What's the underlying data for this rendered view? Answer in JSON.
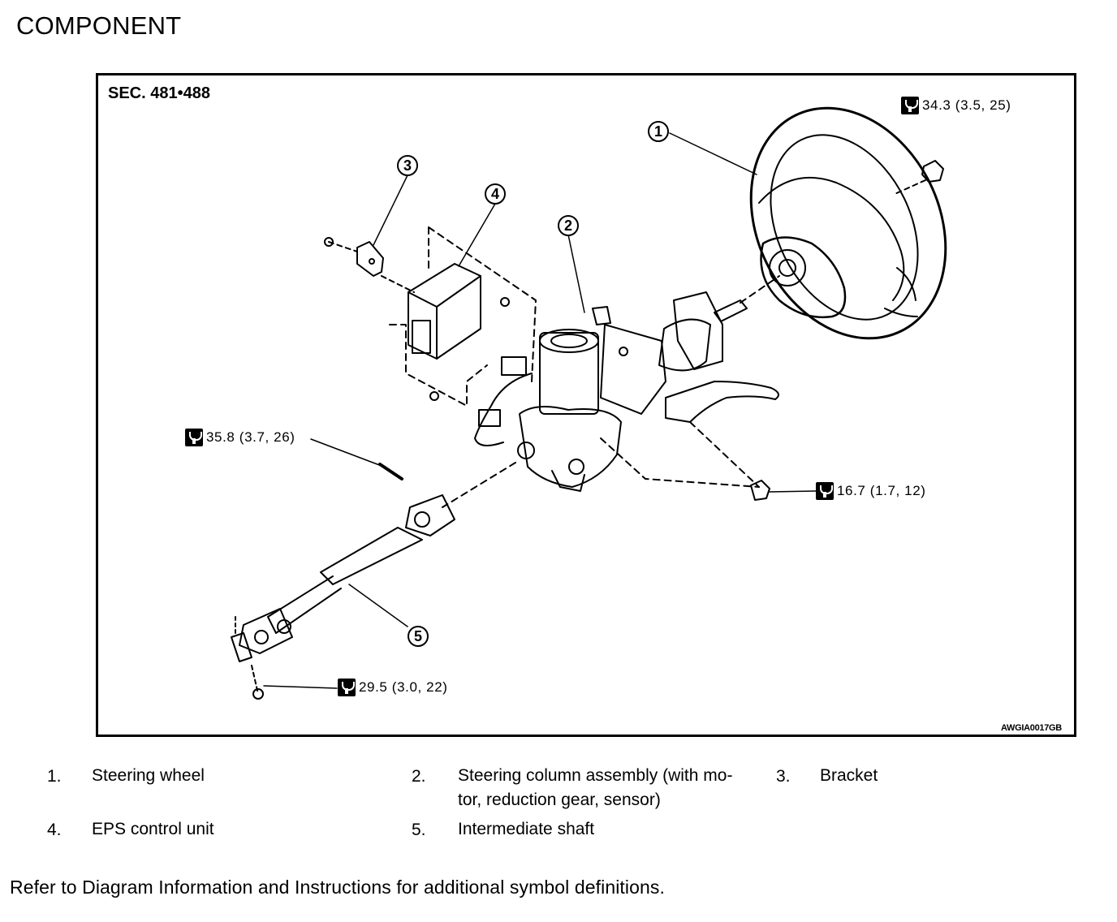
{
  "title": "COMPONENT",
  "figure": {
    "section": "SEC. 481•488",
    "figure_id": "AWGIA0017GB",
    "callouts": [
      "1",
      "2",
      "3",
      "4",
      "5"
    ],
    "torques": [
      {
        "value": "34.3 (3.5, 25)"
      },
      {
        "value": "35.8 (3.7, 26)"
      },
      {
        "value": "16.7 (1.7, 12)"
      },
      {
        "value": "29.5 (3.0, 22)"
      }
    ],
    "icon": "torque-wrench-icon"
  },
  "legend": [
    {
      "num": "1.",
      "text": "Steering wheel"
    },
    {
      "num": "2.",
      "text": "Steering column assembly (with mo-",
      "text2": "tor, reduction gear, sensor)"
    },
    {
      "num": "3.",
      "text": "Bracket"
    },
    {
      "num": "4.",
      "text": "EPS control unit"
    },
    {
      "num": "5.",
      "text": "Intermediate shaft"
    }
  ],
  "footer": "Refer to Diagram Information and Instructions for additional symbol definitions."
}
